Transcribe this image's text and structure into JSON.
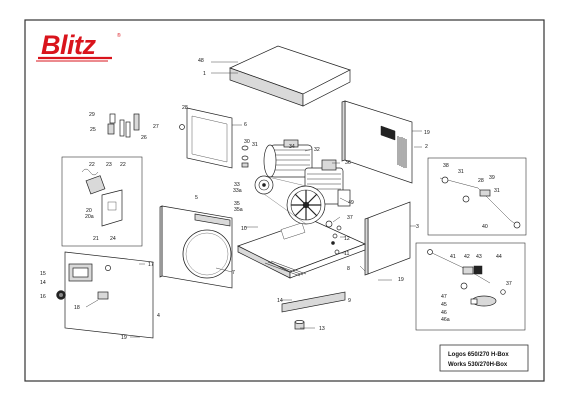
{
  "brand": {
    "logo_text": "Blitz",
    "trademark": "®"
  },
  "title_block": {
    "line1": "Logos 650/270 H-Box",
    "line2": "Works 530/270H-Box"
  },
  "callouts": [
    "1",
    "2",
    "3",
    "4",
    "5",
    "6",
    "7",
    "8",
    "9",
    "10",
    "11",
    "12",
    "13",
    "14",
    "14",
    "15",
    "16",
    "17",
    "18",
    "19",
    "19",
    "19",
    "20",
    "20a",
    "21",
    "22",
    "22",
    "23",
    "24",
    "25",
    "26",
    "27",
    "28",
    "28",
    "29",
    "30",
    "31",
    "31",
    "31",
    "32",
    "33",
    "33a",
    "34",
    "35",
    "35a",
    "36",
    "37",
    "37",
    "38",
    "39",
    "40",
    "41",
    "42",
    "43",
    "44",
    "45",
    "46",
    "46a",
    "47",
    "48",
    "49"
  ],
  "colors": {
    "logo_red": "#d9141c",
    "line": "#222222",
    "frame": "#333333"
  }
}
